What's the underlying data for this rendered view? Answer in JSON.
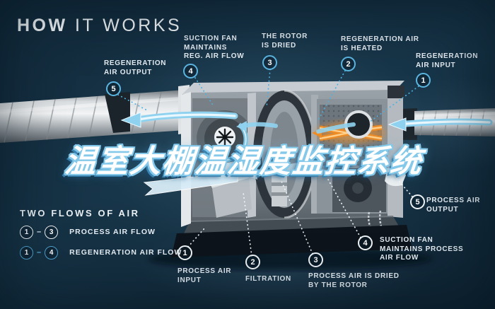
{
  "title": {
    "bold": "HOW",
    "light": " IT WORKS"
  },
  "watermark": "温室大棚温湿度监控系统",
  "colors": {
    "background_navy": "#13293a",
    "accent_blue": "#5cb6e2",
    "arrow_blue": "#8fd2ef",
    "heater_orange": "#f08a28",
    "watermark_outline": "#84c8ea",
    "label_text": "#e4ecf2"
  },
  "top_callouts": [
    {
      "num": "1",
      "label": "REGENERATION\nAIR INPUT"
    },
    {
      "num": "2",
      "label": "REGENERATION AIR\nIS HEATED"
    },
    {
      "num": "3",
      "label": "THE ROTOR\nIS DRIED"
    },
    {
      "num": "4",
      "label": "SUCTION FAN\nMAINTAINS\nREG. AIR FLOW"
    },
    {
      "num": "5",
      "label": "REGENERATION\nAIR OUTPUT"
    }
  ],
  "bottom_callouts": [
    {
      "num": "1",
      "label": "PROCESS AIR\nINPUT"
    },
    {
      "num": "2",
      "label": "FILTRATION"
    },
    {
      "num": "3",
      "label": "PROCESS AIR IS DRIED\nBY THE ROTOR"
    },
    {
      "num": "4",
      "label": "SUCTION FAN\nMAINTAINS PROCESS\nAIR FLOW"
    },
    {
      "num": "5",
      "label": "PROCESS AIR\nOUTPUT"
    }
  ],
  "legend": {
    "heading": "TWO FLOWS OF AIR",
    "separator": "–",
    "rows": [
      {
        "from": "1",
        "to": "3",
        "label": "PROCESS AIR FLOW"
      },
      {
        "from": "1",
        "to": "4",
        "label": "REGENERATION AIR FLOW"
      }
    ]
  }
}
